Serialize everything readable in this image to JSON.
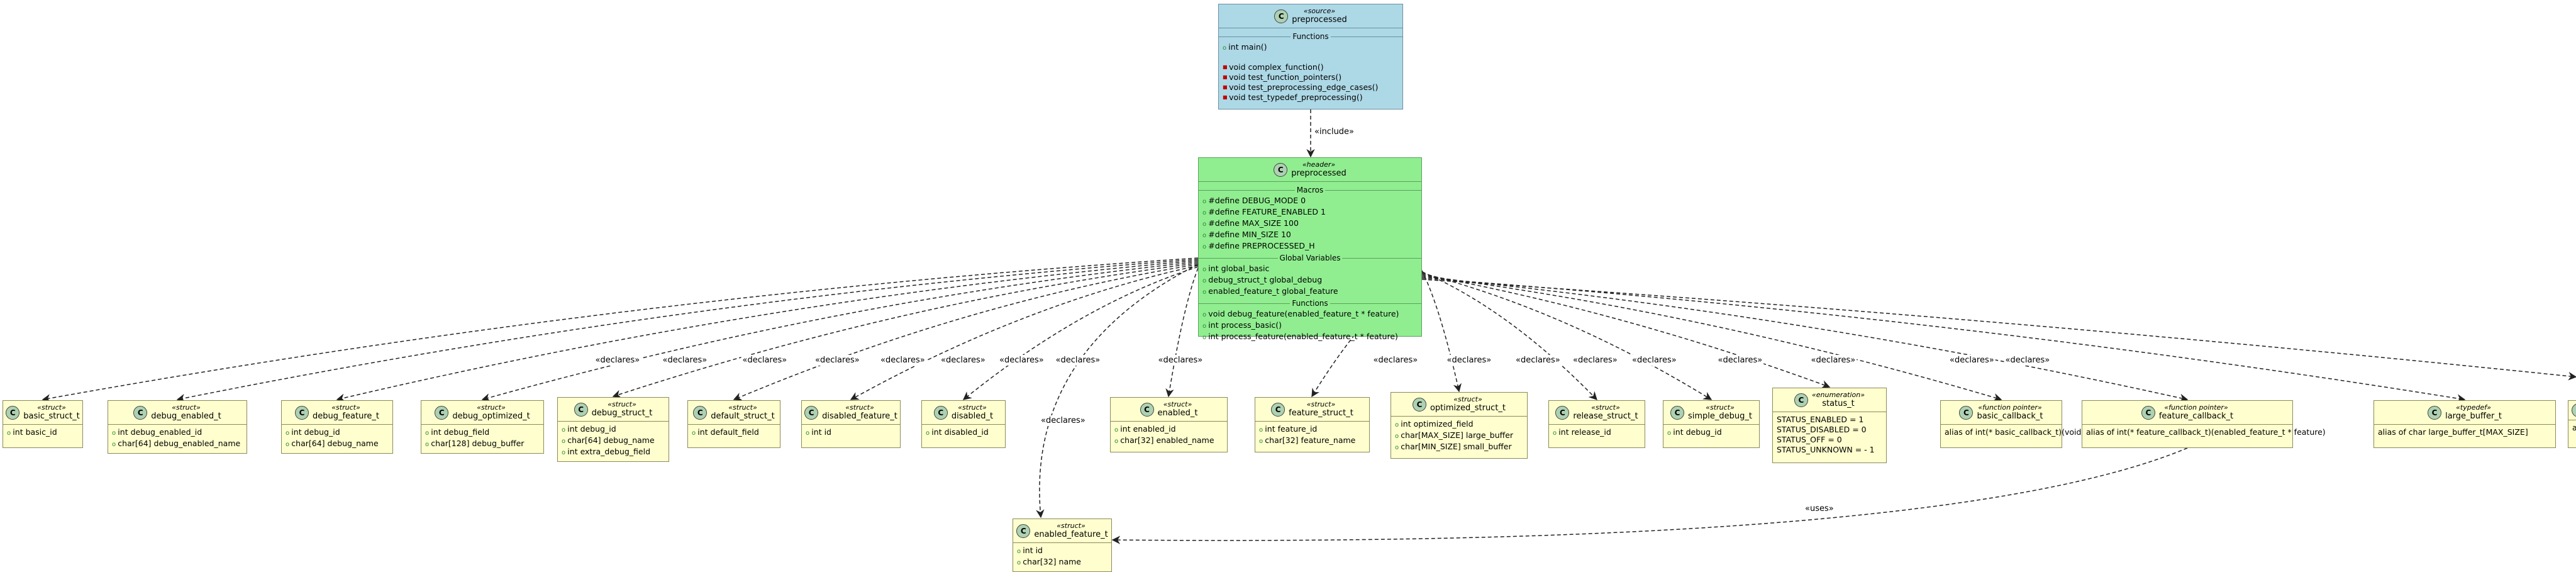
{
  "source_node": {
    "badge": "C",
    "stereotype": "«source»",
    "name": "preprocessed",
    "section": "Functions",
    "public_members": [
      "int main()"
    ],
    "private_members": [
      "void complex_function()",
      "void test_function_pointers()",
      "void test_preprocessing_edge_cases()",
      "void test_typedef_preprocessing()"
    ]
  },
  "header_node": {
    "badge": "C",
    "stereotype": "«header»",
    "name": "preprocessed",
    "macros_label": "Macros",
    "macros": [
      "#define DEBUG_MODE 0",
      "#define FEATURE_ENABLED 1",
      "#define MAX_SIZE 100",
      "#define MIN_SIZE 10",
      "#define PREPROCESSED_H"
    ],
    "globals_label": "Global Variables",
    "globals": [
      "int global_basic",
      "debug_struct_t global_debug",
      "enabled_feature_t global_feature"
    ],
    "functions_label": "Functions",
    "functions": [
      "void debug_feature(enabled_feature_t * feature)",
      "int process_basic()",
      "int process_feature(enabled_feature_t * feature)"
    ]
  },
  "types": [
    {
      "id": "basic_struct_t",
      "badge": "C",
      "stereotype": "«struct»",
      "name": "basic_struct_t",
      "members": [
        "int basic_id"
      ]
    },
    {
      "id": "debug_enabled_t",
      "badge": "C",
      "stereotype": "«struct»",
      "name": "debug_enabled_t",
      "members": [
        "int debug_enabled_id",
        "char[64] debug_enabled_name"
      ]
    },
    {
      "id": "debug_feature_t",
      "badge": "C",
      "stereotype": "«struct»",
      "name": "debug_feature_t",
      "members": [
        "int debug_id",
        "char[64] debug_name"
      ]
    },
    {
      "id": "debug_optimized_t",
      "badge": "C",
      "stereotype": "«struct»",
      "name": "debug_optimized_t",
      "members": [
        "int debug_field",
        "char[128] debug_buffer"
      ]
    },
    {
      "id": "debug_struct_t",
      "badge": "C",
      "stereotype": "«struct»",
      "name": "debug_struct_t",
      "members": [
        "int debug_id",
        "char[64] debug_name",
        "int extra_debug_field"
      ]
    },
    {
      "id": "default_struct_t",
      "badge": "C",
      "stereotype": "«struct»",
      "name": "default_struct_t",
      "members": [
        "int default_field"
      ]
    },
    {
      "id": "disabled_feature_t",
      "badge": "C",
      "stereotype": "«struct»",
      "name": "disabled_feature_t",
      "members": [
        "int id"
      ]
    },
    {
      "id": "disabled_t",
      "badge": "C",
      "stereotype": "«struct»",
      "name": "disabled_t",
      "members": [
        "int disabled_id"
      ]
    },
    {
      "id": "enabled_t",
      "badge": "C",
      "stereotype": "«struct»",
      "name": "enabled_t",
      "members": [
        "int enabled_id",
        "char[32] enabled_name"
      ]
    },
    {
      "id": "feature_struct_t",
      "badge": "C",
      "stereotype": "«struct»",
      "name": "feature_struct_t",
      "members": [
        "int feature_id",
        "char[32] feature_name"
      ]
    },
    {
      "id": "optimized_struct_t",
      "badge": "C",
      "stereotype": "«struct»",
      "name": "optimized_struct_t",
      "members": [
        "int optimized_field",
        "char[MAX_SIZE] large_buffer",
        "char[MIN_SIZE] small_buffer"
      ]
    },
    {
      "id": "release_struct_t",
      "badge": "C",
      "stereotype": "«struct»",
      "name": "release_struct_t",
      "members": [
        "int release_id"
      ]
    },
    {
      "id": "simple_debug_t",
      "badge": "C",
      "stereotype": "«struct»",
      "name": "simple_debug_t",
      "members": [
        "int debug_id"
      ]
    },
    {
      "id": "status_t",
      "badge": "C",
      "stereotype": "«enumeration»",
      "name": "status_t",
      "plain_members": [
        "STATUS_ENABLED = 1",
        "STATUS_DISABLED = 0",
        "STATUS_OFF = 0",
        "STATUS_UNKNOWN = - 1"
      ]
    },
    {
      "id": "basic_callback_t",
      "badge": "C",
      "stereotype": "«function pointer»",
      "name": "basic_callback_t",
      "plain_members": [
        "alias of int(* basic_callback_t)(void)"
      ]
    },
    {
      "id": "feature_callback_t",
      "badge": "C",
      "stereotype": "«function pointer»",
      "name": "feature_callback_t",
      "plain_members": [
        "alias of int(* feature_callback_t)(enabled_feature_t * feature)"
      ]
    },
    {
      "id": "large_buffer_t",
      "badge": "C",
      "stereotype": "«typedef»",
      "name": "large_buffer_t",
      "plain_members": [
        "alias of char large_buffer_t[MAX_SIZE]"
      ]
    },
    {
      "id": "partial_typedef",
      "badge": "C",
      "stereotype": "",
      "name": "",
      "plain_members": [
        "a"
      ]
    },
    {
      "id": "enabled_feature_t",
      "badge": "C",
      "stereotype": "«struct»",
      "name": "enabled_feature_t",
      "members": [
        "int id",
        "char[32] name"
      ]
    }
  ],
  "edge_labels": {
    "include": "«include»",
    "declares": "«declares»",
    "uses": "«uses»"
  }
}
